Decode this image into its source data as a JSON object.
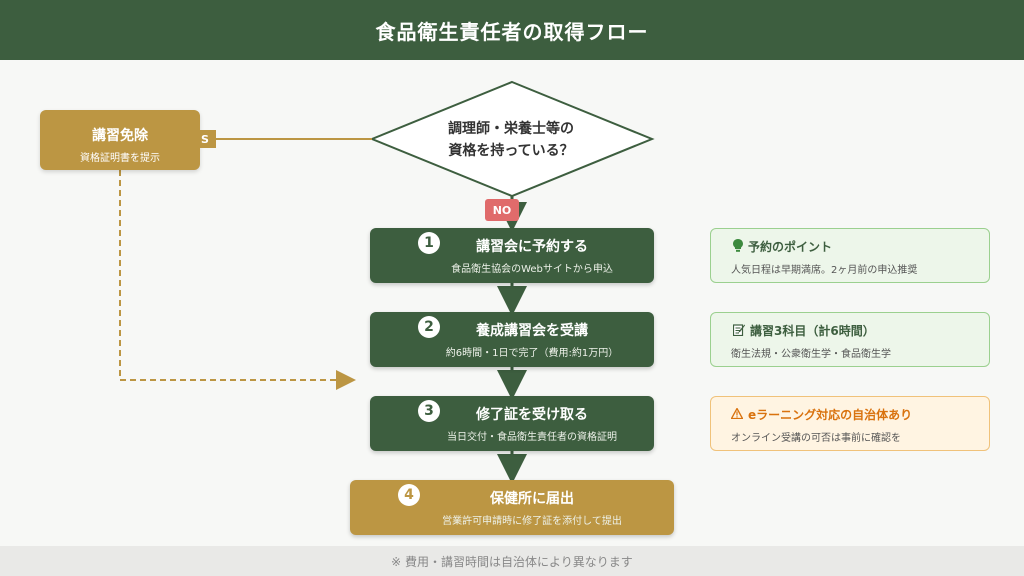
{
  "header": {
    "title": "食品衛生責任者の取得フロー"
  },
  "question": {
    "line1": "調理師・栄養士等の",
    "line2": "資格を持っている？"
  },
  "yes_label": "S",
  "no_label": "NO",
  "exempt": {
    "title": "講習免除",
    "subtitle": "資格証明書を提示"
  },
  "steps": [
    {
      "num": "1",
      "title": "講習会に予約する",
      "subtitle": "食品衛生協会のWebサイトから申込"
    },
    {
      "num": "2",
      "title": "養成講習会を受講",
      "subtitle": "約6時間・1日で完了（費用:約1万円）"
    },
    {
      "num": "3",
      "title": "修了証を受け取る",
      "subtitle": "当日交付・食品衛生責任者の資格証明"
    },
    {
      "num": "4",
      "title": "保健所に届出",
      "subtitle": "営業許可申請時に修了証を添付して提出"
    }
  ],
  "cards": [
    {
      "icon": "lightbulb-icon",
      "title": "予約のポイント",
      "subtitle": "人気日程は早期満席。2ヶ月前の申込推奨"
    },
    {
      "icon": "memo-icon",
      "title": "講習3科目（計6時間）",
      "subtitle": "衛生法規・公衆衛生学・食品衛生学"
    },
    {
      "icon": "warning-icon",
      "title": "eラーニング対応の自治体あり",
      "subtitle": "オンライン受講の可否は事前に確認を"
    }
  ],
  "footer": {
    "note": "※ 費用・講習時間は自治体により異なります"
  },
  "colors": {
    "primary": "#3d5e3f",
    "gold": "#bc9643",
    "no": "#e06b6b",
    "warning": "#d9720e"
  }
}
